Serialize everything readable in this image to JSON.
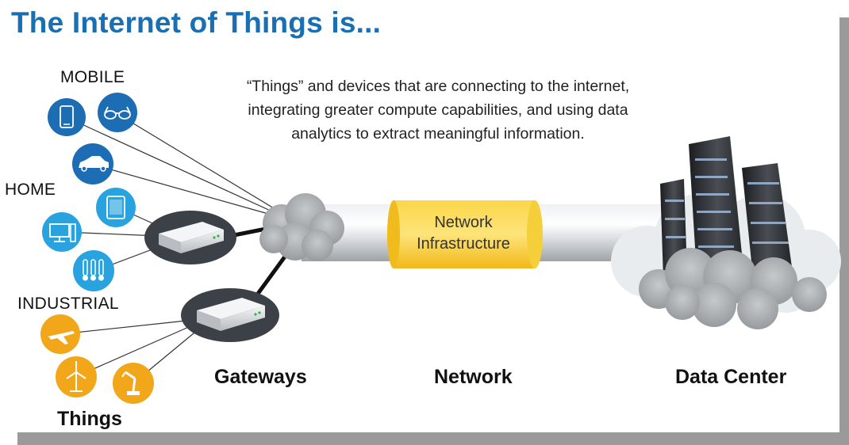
{
  "title": "The Internet of Things is...",
  "description": "“Things” and devices that are connecting to the internet, integrating greater compute capabilities, and using data analytics to extract meaningful information.",
  "categories": {
    "mobile": "MOBILE",
    "home": "HOME",
    "industrial": "INDUSTRIAL"
  },
  "sections": {
    "things": "Things",
    "gateways": "Gateways",
    "network": "Network",
    "data_center": "Data Center"
  },
  "network_box": {
    "line1": "Network",
    "line2": "Infrastructure"
  },
  "icons": {
    "mobile": [
      "smartphone-icon",
      "glasses-icon",
      "car-icon"
    ],
    "home": [
      "tablet-icon",
      "desktop-computer-icon",
      "thermometer-icon"
    ],
    "industrial": [
      "airplane-icon",
      "wind-turbine-icon",
      "robot-arm-icon"
    ]
  },
  "colors": {
    "title": "#1a6fb3",
    "mobile_icon": "#1d6db4",
    "home_icon": "#29a3e0",
    "industrial_icon": "#f2a71b",
    "network_box": "#f8c724",
    "pipe": "#d0d3d7",
    "cloud": "#a9acb0"
  }
}
